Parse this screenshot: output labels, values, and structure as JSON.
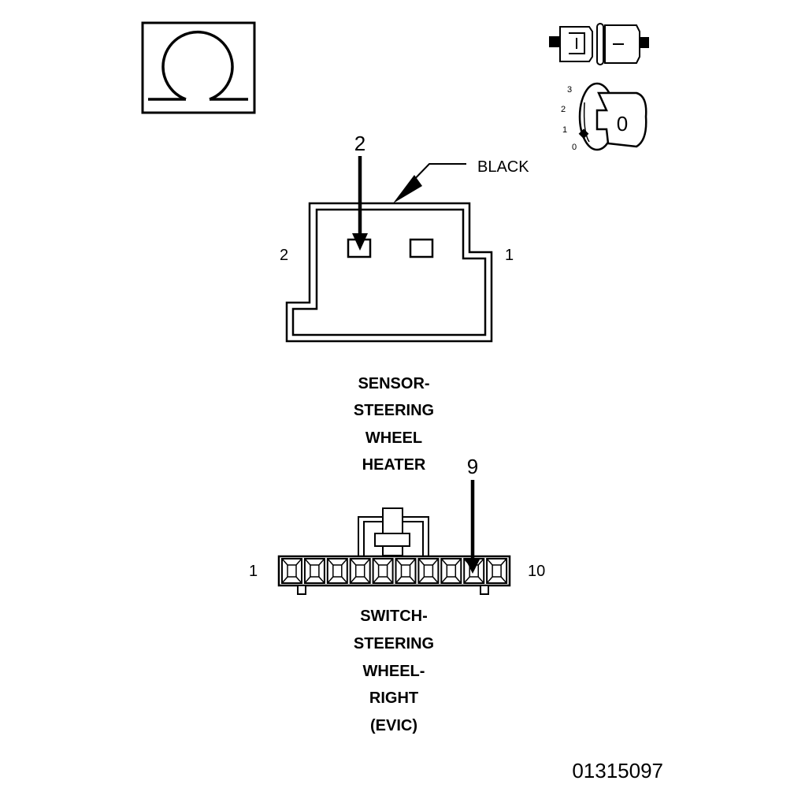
{
  "ohmmeter_symbol": {
    "icon": "omega-resistance-icon"
  },
  "connector_icon": {
    "icon": "connector-disconnect-icon"
  },
  "ignition": {
    "icon": "ignition-key-icon",
    "positions": [
      "3",
      "2",
      "1",
      "0"
    ],
    "key_label": "0"
  },
  "sensor_connector": {
    "probe_cavity": "2",
    "wire_color_label": "BLACK",
    "pin_left": "2",
    "pin_right": "1",
    "name_lines": [
      "SENSOR-",
      "STEERING",
      "WHEEL",
      "HEATER"
    ]
  },
  "switch_connector": {
    "probe_cavity": "9",
    "pin_left": "1",
    "pin_right": "10",
    "cavity_count": 10,
    "probe_cavity_index": 9,
    "name_lines": [
      "SWITCH-",
      "STEERING",
      "WHEEL-",
      "RIGHT",
      "(EVIC)"
    ]
  },
  "figure_id": "01315097"
}
